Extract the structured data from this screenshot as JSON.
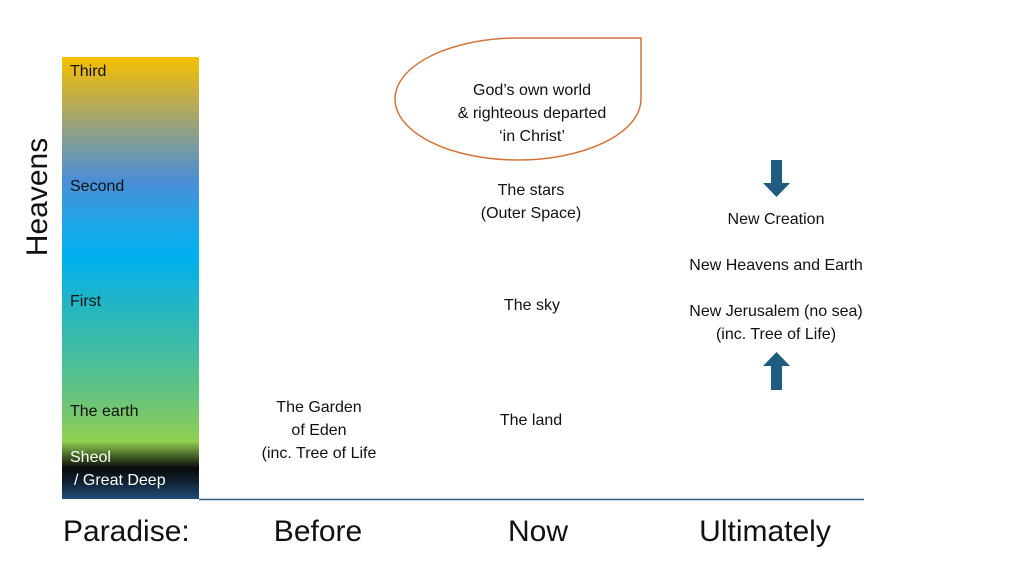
{
  "axis_label": "Heavens",
  "levels": {
    "third": "Third",
    "second": "Second",
    "first": "First",
    "earth": "The earth",
    "sheol": "Sheol",
    "deep": "/ Great Deep"
  },
  "categories": {
    "label": "Paradise:",
    "before": "Before",
    "now": "Now",
    "ultimately": "Ultimately"
  },
  "before": {
    "line1": "The Garden",
    "line2": "of Eden",
    "line3": "(inc. Tree of Life"
  },
  "now": {
    "bubble": {
      "line1": "God’s own world",
      "line2": "& righteous departed",
      "line3": "‘in Christ’"
    },
    "stars1": "The stars",
    "stars2": "(Outer Space)",
    "sky": "The sky",
    "land": "The land"
  },
  "ultimately": {
    "new_creation": "New Creation",
    "new_heavens": "New Heavens and Earth",
    "jerusalem": "New Jerusalem (no sea)",
    "tree": "(inc. Tree of Life)"
  },
  "colors": {
    "bubble_border": "#d0743c",
    "arrow": "#1f5c80",
    "baseline": "#2f5f80"
  }
}
